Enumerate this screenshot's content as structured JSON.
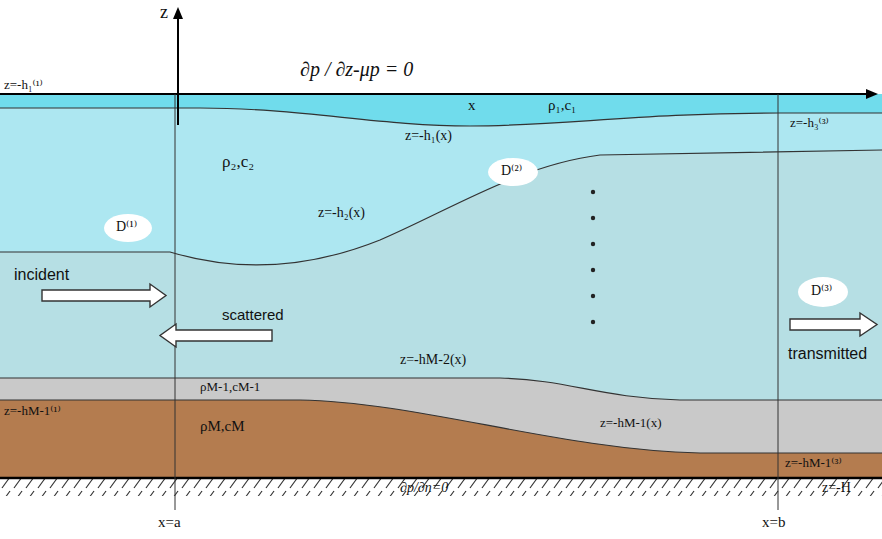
{
  "diagram": {
    "labels": [
      "z",
      "∂p / ∂z-μp = 0",
      "z=-h₁⁽¹⁾",
      "z=-h₁(x)",
      "x",
      "ρ₁,c₁",
      "z=-h₃⁽³⁾",
      "ρ₂,c₂",
      "z=-h₂(x)",
      "D⁽²⁾",
      "D⁽¹⁾",
      "incident",
      "scattered",
      "D⁽³⁾",
      "transmitted",
      "z=-hM-2(x)",
      "ρM-1,cM-1",
      "z=-hM-1⁽¹⁾",
      "z=-hM-1(x)",
      "ρM,cM",
      "z=-hM-1⁽³⁾",
      "∂p/∂n=0",
      "z=-H",
      "x=a",
      "x=b"
    ]
  }
}
